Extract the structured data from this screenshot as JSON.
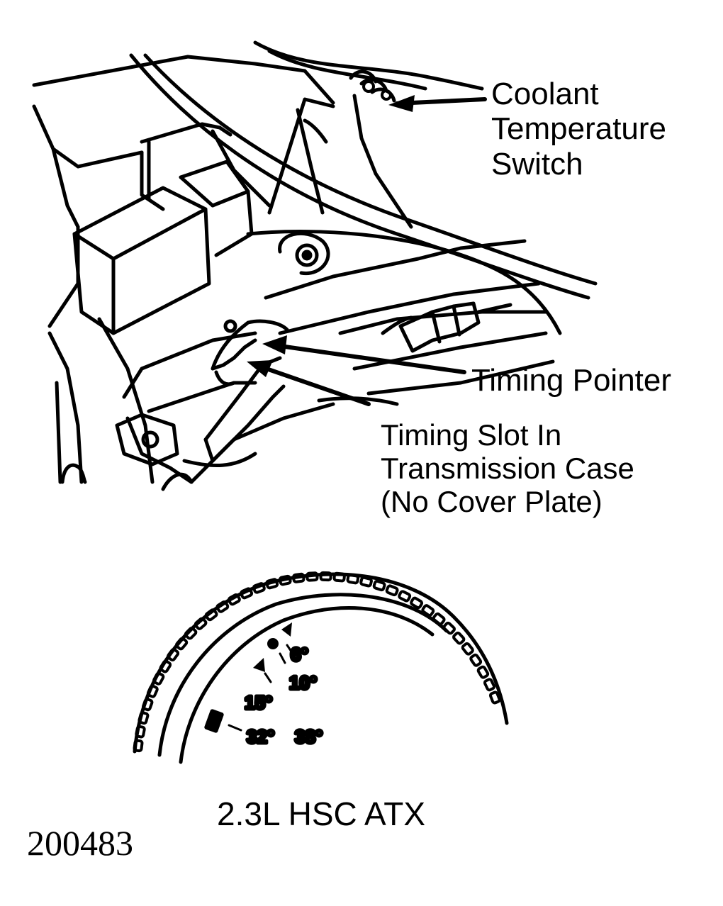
{
  "callouts": {
    "coolant_temperature_switch": [
      "Coolant",
      "Temperature",
      "Switch"
    ],
    "timing_pointer": "Timing Pointer",
    "timing_slot": [
      "Timing Slot In",
      "Transmission Case",
      "(No Cover Plate)"
    ]
  },
  "flywheel_marks": {
    "deg_6": "6°",
    "deg_10": "10°",
    "deg_15": "15°",
    "deg_32": "32°",
    "deg_38": "38°"
  },
  "caption": "2.3L HSC ATX",
  "figure_number": "200483",
  "colors": {
    "ink": "#000000",
    "paper": "#ffffff"
  }
}
